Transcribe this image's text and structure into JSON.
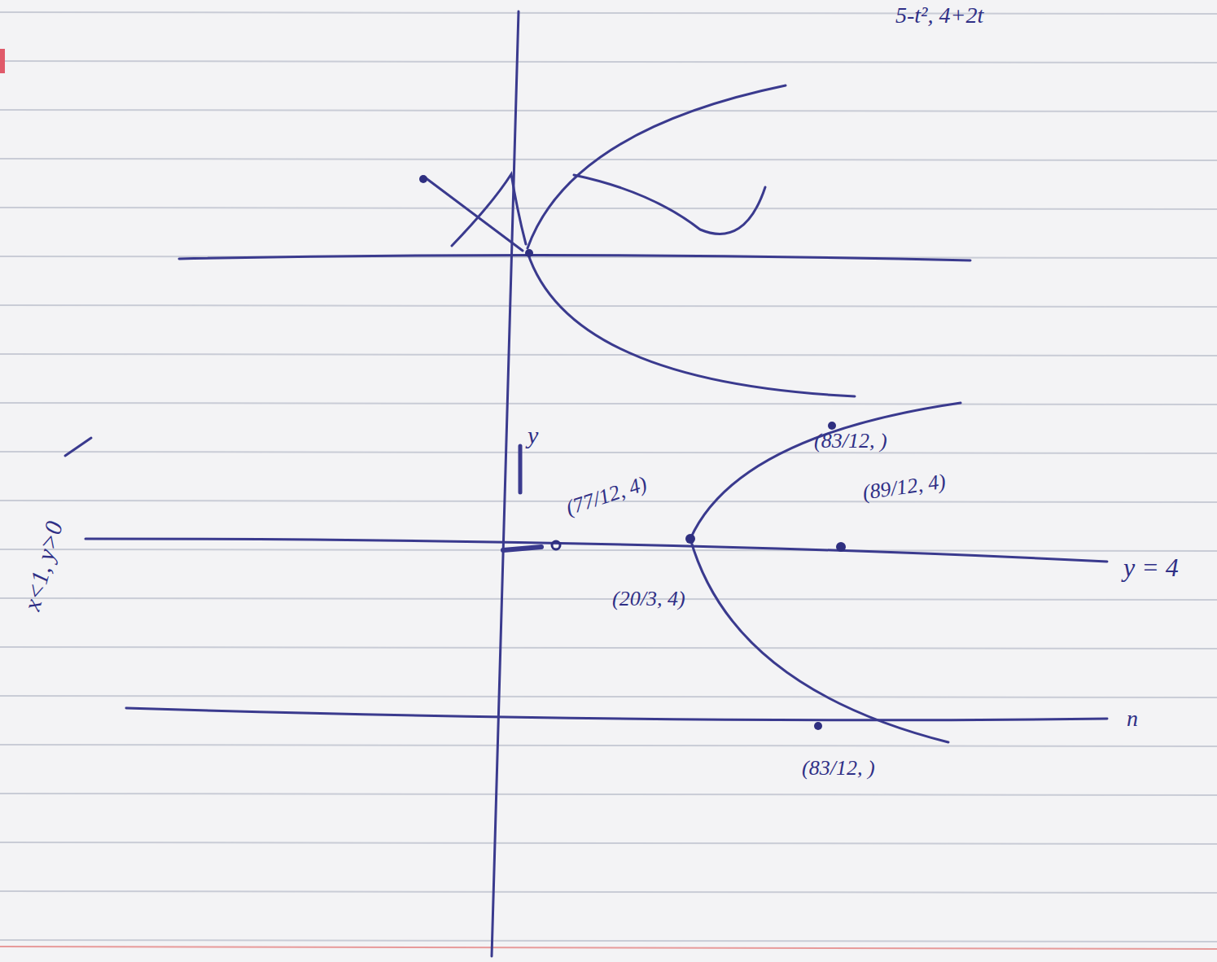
{
  "diagram": {
    "labels": [
      "5-t², 4+2t",
      "y",
      "(77/12, 4)",
      "(83/12, )",
      "(89/12, 4)",
      "(20/3, 4)",
      "y = 4",
      "n",
      "(83/12, )",
      "x<1, y>0"
    ]
  }
}
